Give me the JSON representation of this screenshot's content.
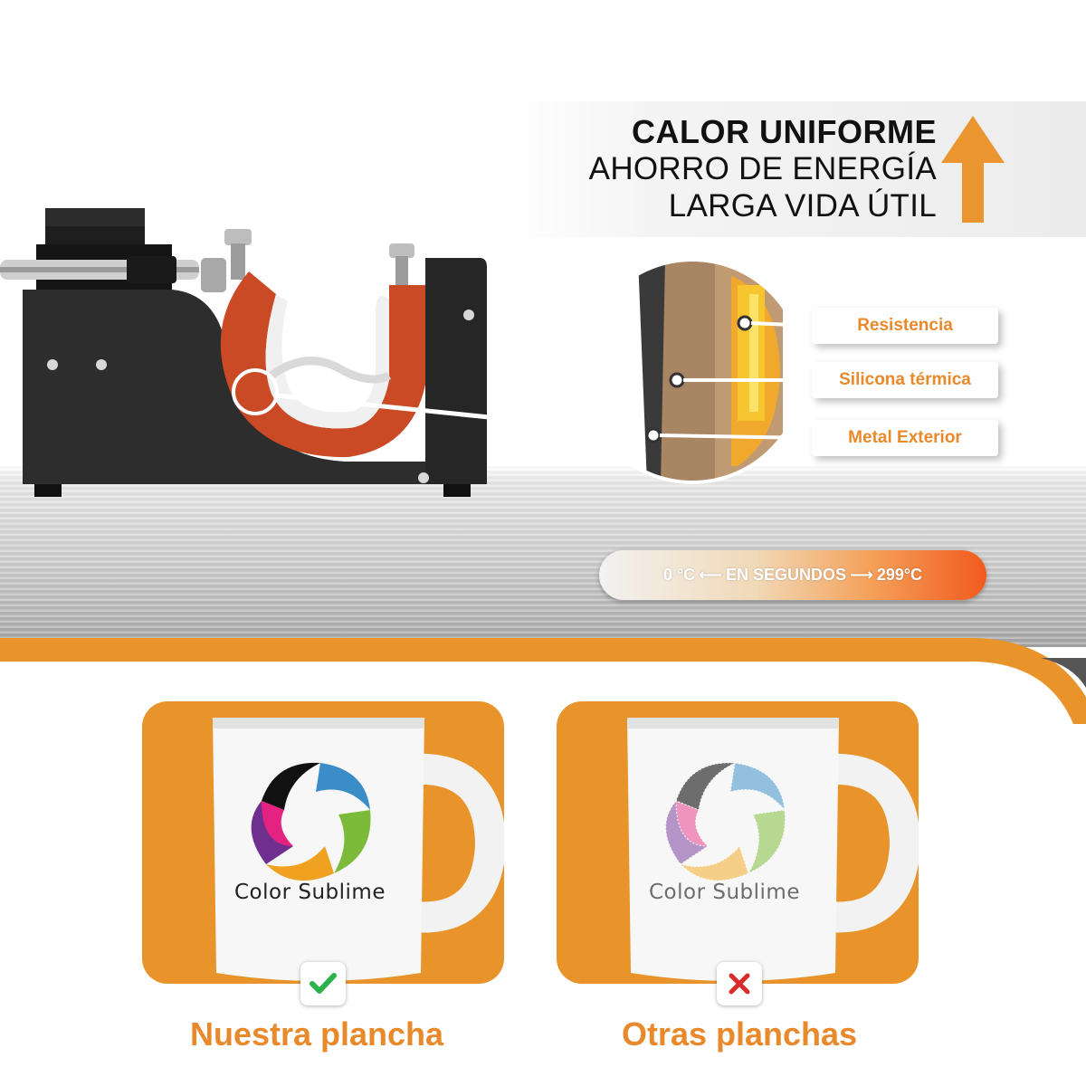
{
  "headline": {
    "line1": "CALOR UNIFORME",
    "line2": "AHORRO DE ENERGÍA",
    "line3": "LARGA VIDA ÚTIL"
  },
  "layers": {
    "resistance": "Resistencia",
    "silicone": "Silicona térmica",
    "metal": "Metal Exterior"
  },
  "temperature": {
    "min": "0 °C",
    "arrow_left": "⟵",
    "middle": "EN SEGUNDOS",
    "arrow_right": "⟶",
    "max": "299°C"
  },
  "comparison": {
    "left_brand": "Color Sublime",
    "right_brand": "Color Sublime",
    "left_caption": "Nuestra plancha",
    "right_caption": "Otras planchas",
    "left_mark": "check-icon",
    "right_mark": "cross-icon"
  },
  "colors": {
    "accent_orange": "#e8942a",
    "check_green": "#2bb24c",
    "cross_red": "#d92b2b"
  }
}
